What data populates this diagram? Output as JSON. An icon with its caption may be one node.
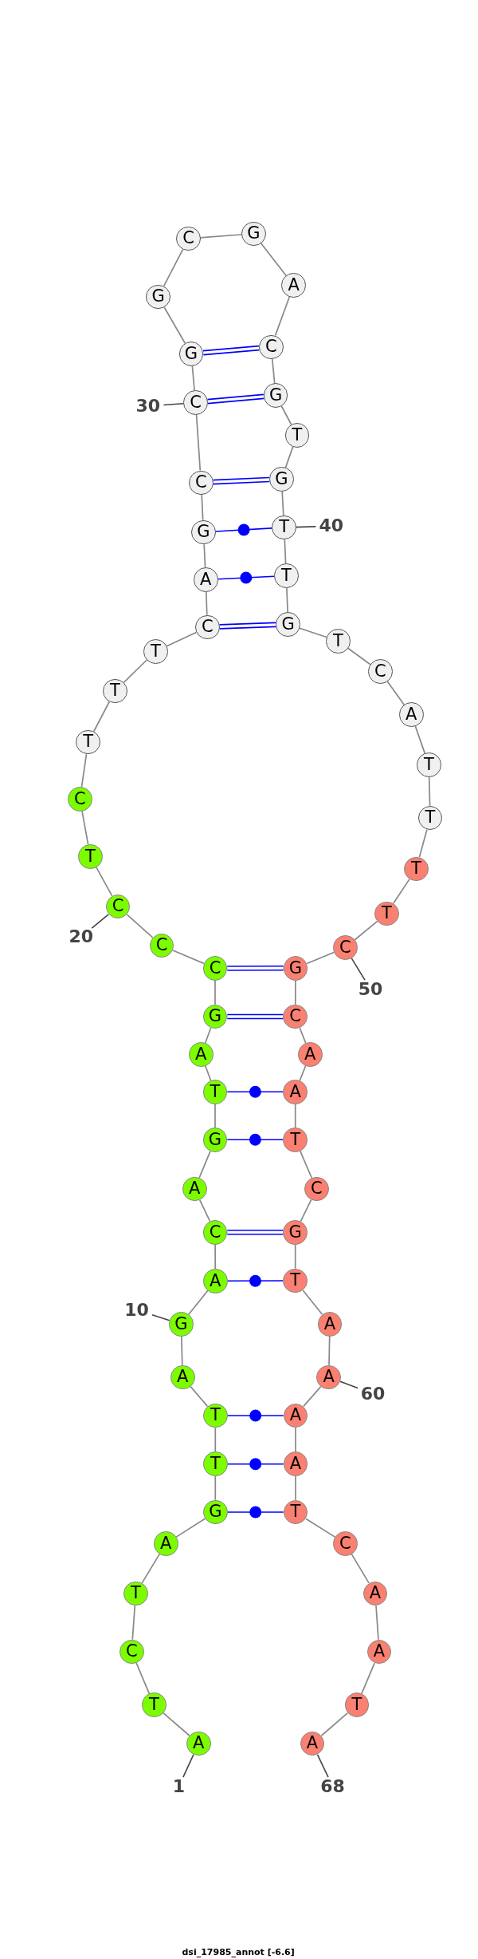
{
  "diagram": {
    "caption": "dsi_17985_annot [-6.6]",
    "nodes": [
      {
        "text": [
          "A"
        ]
      },
      {
        "text": [
          "T"
        ]
      },
      {
        "text": [
          "C"
        ]
      },
      {
        "text": [
          "T"
        ]
      },
      {
        "text": [
          "A"
        ]
      },
      {
        "text": [
          "G"
        ]
      },
      {
        "text": [
          "T"
        ]
      },
      {
        "text": [
          "T"
        ]
      },
      {
        "text": [
          "A"
        ]
      },
      {
        "text": [
          "G"
        ]
      },
      {
        "text": [
          "A"
        ]
      },
      {
        "text": [
          "C"
        ]
      },
      {
        "text": [
          "A"
        ]
      },
      {
        "text": [
          "G"
        ]
      },
      {
        "text": [
          "T"
        ]
      },
      {
        "text": [
          "A"
        ]
      },
      {
        "text": [
          "G"
        ]
      },
      {
        "text": [
          "C"
        ]
      },
      {
        "text": [
          "C"
        ]
      },
      {
        "text": [
          "C"
        ]
      },
      {
        "text": [
          "T"
        ]
      },
      {
        "text": [
          "C"
        ]
      },
      {
        "text": [
          "T"
        ]
      },
      {
        "text": [
          "T"
        ]
      },
      {
        "text": [
          "T"
        ]
      },
      {
        "text": [
          "C"
        ]
      },
      {
        "text": [
          "A"
        ]
      },
      {
        "text": [
          "G"
        ]
      },
      {
        "text": [
          "C"
        ]
      },
      {
        "text": [
          "C"
        ]
      },
      {
        "text": [
          "G"
        ]
      },
      {
        "text": [
          "G"
        ]
      },
      {
        "text": [
          "C"
        ]
      },
      {
        "text": [
          "G"
        ]
      },
      {
        "text": [
          "A"
        ]
      },
      {
        "text": [
          "C"
        ]
      },
      {
        "text": [
          "G"
        ]
      },
      {
        "text": [
          "T"
        ]
      },
      {
        "text": [
          "G"
        ]
      },
      {
        "text": [
          "T"
        ]
      },
      {
        "text": [
          "T"
        ]
      },
      {
        "text": [
          "G"
        ]
      },
      {
        "text": [
          "T"
        ]
      },
      {
        "text": [
          "C"
        ]
      },
      {
        "text": [
          "A"
        ]
      },
      {
        "text": [
          "T"
        ]
      },
      {
        "text": [
          "T"
        ]
      },
      {
        "text": [
          "T"
        ]
      },
      {
        "text": [
          "T"
        ]
      },
      {
        "text": [
          "C"
        ]
      },
      {
        "text": [
          "G"
        ]
      },
      {
        "text": [
          "C"
        ]
      },
      {
        "text": [
          "A"
        ]
      },
      {
        "text": [
          "A"
        ]
      },
      {
        "text": [
          "T"
        ]
      },
      {
        "text": [
          "C"
        ]
      },
      {
        "text": [
          "G"
        ]
      },
      {
        "text": [
          "T"
        ]
      },
      {
        "text": [
          "A"
        ]
      },
      {
        "text": [
          "A"
        ]
      },
      {
        "text": [
          "A"
        ]
      },
      {
        "text": [
          "A"
        ]
      },
      {
        "text": [
          "T"
        ]
      },
      {
        "text": [
          "C"
        ]
      },
      {
        "text": [
          "A"
        ]
      },
      {
        "text": [
          "A"
        ]
      },
      {
        "text": [
          "T"
        ]
      },
      {
        "text": [
          "A"
        ]
      },
      {
        "text": [
          "1"
        ]
      },
      {
        "text": [
          "10"
        ]
      },
      {
        "text": [
          "20"
        ]
      },
      {
        "text": [
          "30"
        ]
      },
      {
        "text": [
          "40"
        ]
      },
      {
        "text": [
          "50"
        ]
      },
      {
        "text": [
          "60"
        ]
      },
      {
        "text": [
          "68"
        ]
      }
    ],
    "edges": [
      {
        "from": 0,
        "to": 1,
        "arrow": "none"
      },
      {
        "from": 1,
        "to": 2,
        "arrow": "none"
      },
      {
        "from": 2,
        "to": 3,
        "arrow": "none"
      },
      {
        "from": 3,
        "to": 4,
        "arrow": "none"
      },
      {
        "from": 4,
        "to": 5,
        "arrow": "none"
      },
      {
        "from": 5,
        "to": 6,
        "arrow": "none"
      },
      {
        "from": 6,
        "to": 7,
        "arrow": "none"
      },
      {
        "from": 7,
        "to": 8,
        "arrow": "none"
      },
      {
        "from": 8,
        "to": 9,
        "arrow": "none"
      },
      {
        "from": 9,
        "to": 10,
        "arrow": "none"
      },
      {
        "from": 10,
        "to": 11,
        "arrow": "none"
      },
      {
        "from": 11,
        "to": 12,
        "arrow": "none"
      },
      {
        "from": 12,
        "to": 13,
        "arrow": "none"
      },
      {
        "from": 13,
        "to": 14,
        "arrow": "none"
      },
      {
        "from": 14,
        "to": 15,
        "arrow": "none"
      },
      {
        "from": 15,
        "to": 16,
        "arrow": "none"
      },
      {
        "from": 16,
        "to": 17,
        "arrow": "none"
      },
      {
        "from": 17,
        "to": 18,
        "arrow": "none"
      },
      {
        "from": 18,
        "to": 19,
        "arrow": "none"
      },
      {
        "from": 19,
        "to": 20,
        "arrow": "none"
      },
      {
        "from": 20,
        "to": 21,
        "arrow": "none"
      },
      {
        "from": 21,
        "to": 22,
        "arrow": "none"
      },
      {
        "from": 22,
        "to": 23,
        "arrow": "none"
      },
      {
        "from": 23,
        "to": 24,
        "arrow": "none"
      },
      {
        "from": 24,
        "to": 25,
        "arrow": "none"
      },
      {
        "from": 25,
        "to": 26,
        "arrow": "none"
      },
      {
        "from": 26,
        "to": 27,
        "arrow": "none"
      },
      {
        "from": 27,
        "to": 28,
        "arrow": "none"
      },
      {
        "from": 28,
        "to": 29,
        "arrow": "none"
      },
      {
        "from": 29,
        "to": 30,
        "arrow": "none"
      },
      {
        "from": 30,
        "to": 31,
        "arrow": "none"
      },
      {
        "from": 31,
        "to": 32,
        "arrow": "none"
      },
      {
        "from": 32,
        "to": 33,
        "arrow": "none"
      },
      {
        "from": 33,
        "to": 34,
        "arrow": "none"
      },
      {
        "from": 34,
        "to": 35,
        "arrow": "none"
      },
      {
        "from": 35,
        "to": 36,
        "arrow": "none"
      },
      {
        "from": 36,
        "to": 37,
        "arrow": "none"
      },
      {
        "from": 37,
        "to": 38,
        "arrow": "none"
      },
      {
        "from": 38,
        "to": 39,
        "arrow": "none"
      },
      {
        "from": 39,
        "to": 40,
        "arrow": "none"
      },
      {
        "from": 40,
        "to": 41,
        "arrow": "none"
      },
      {
        "from": 41,
        "to": 42,
        "arrow": "none"
      },
      {
        "from": 42,
        "to": 43,
        "arrow": "none"
      },
      {
        "from": 43,
        "to": 44,
        "arrow": "none"
      },
      {
        "from": 44,
        "to": 45,
        "arrow": "none"
      },
      {
        "from": 45,
        "to": 46,
        "arrow": "none"
      },
      {
        "from": 46,
        "to": 47,
        "arrow": "none"
      },
      {
        "from": 47,
        "to": 48,
        "arrow": "none"
      },
      {
        "from": 48,
        "to": 49,
        "arrow": "none"
      },
      {
        "from": 49,
        "to": 50,
        "arrow": "none"
      },
      {
        "from": 50,
        "to": 51,
        "arrow": "none"
      },
      {
        "from": 51,
        "to": 52,
        "arrow": "none"
      },
      {
        "from": 52,
        "to": 53,
        "arrow": "none"
      },
      {
        "from": 53,
        "to": 54,
        "arrow": "none"
      },
      {
        "from": 54,
        "to": 55,
        "arrow": "none"
      },
      {
        "from": 55,
        "to": 56,
        "arrow": "none"
      },
      {
        "from": 56,
        "to": 57,
        "arrow": "none"
      },
      {
        "from": 57,
        "to": 58,
        "arrow": "none"
      },
      {
        "from": 58,
        "to": 59,
        "arrow": "none"
      },
      {
        "from": 59,
        "to": 60,
        "arrow": "none"
      },
      {
        "from": 60,
        "to": 61,
        "arrow": "none"
      },
      {
        "from": 61,
        "to": 62,
        "arrow": "none"
      },
      {
        "from": 62,
        "to": 63,
        "arrow": "none"
      },
      {
        "from": 63,
        "to": 64,
        "arrow": "none"
      },
      {
        "from": 64,
        "to": 65,
        "arrow": "none"
      },
      {
        "from": 65,
        "to": 66,
        "arrow": "none"
      },
      {
        "from": 66,
        "to": 67,
        "arrow": "none"
      },
      {
        "from": 5,
        "to": 62,
        "arrow": "none",
        "color": "#0000ff"
      },
      {
        "from": 6,
        "to": 61,
        "arrow": "none",
        "color": "#0000ff"
      },
      {
        "from": 7,
        "to": 60,
        "arrow": "none",
        "color": "#0000ff"
      },
      {
        "from": 10,
        "to": 57,
        "arrow": "none",
        "color": "#0000ff"
      },
      {
        "from": 11,
        "to": 56,
        "arrow": "none",
        "style": "thick",
        "color": "#0000ff"
      },
      {
        "from": 13,
        "to": 54,
        "arrow": "none",
        "color": "#0000ff"
      },
      {
        "from": 14,
        "to": 53,
        "arrow": "none",
        "color": "#0000ff"
      },
      {
        "from": 16,
        "to": 51,
        "arrow": "none",
        "style": "thick",
        "color": "#0000ff"
      },
      {
        "from": 17,
        "to": 50,
        "arrow": "none",
        "style": "thick",
        "color": "#0000ff"
      },
      {
        "from": 25,
        "to": 41,
        "arrow": "none",
        "style": "thick",
        "color": "#0000ff"
      },
      {
        "from": 26,
        "to": 40,
        "arrow": "none",
        "color": "#0000ff"
      },
      {
        "from": 27,
        "to": 39,
        "arrow": "none",
        "color": "#0000ff"
      },
      {
        "from": 28,
        "to": 38,
        "arrow": "none",
        "style": "thick",
        "color": "#0000ff"
      },
      {
        "from": 29,
        "to": 36,
        "arrow": "none",
        "style": "thick",
        "color": "#0000ff"
      },
      {
        "from": 30,
        "to": 35,
        "arrow": "none",
        "style": "thick",
        "color": "#0000ff"
      },
      {
        "from": 68,
        "to": 0,
        "arrow": "none",
        "color": "#444444"
      },
      {
        "from": 69,
        "to": 9,
        "arrow": "none",
        "color": "#444444"
      },
      {
        "from": 70,
        "to": 19,
        "arrow": "none",
        "color": "#444444"
      },
      {
        "from": 71,
        "to": 29,
        "arrow": "none",
        "color": "#444444"
      },
      {
        "from": 72,
        "to": 39,
        "arrow": "none",
        "color": "#444444"
      },
      {
        "from": 73,
        "to": 49,
        "arrow": "none",
        "color": "#444444"
      },
      {
        "from": 74,
        "to": 59,
        "arrow": "none",
        "color": "#444444"
      },
      {
        "from": 75,
        "to": 67,
        "arrow": "none",
        "color": "#444444"
      }
    ]
  }
}
